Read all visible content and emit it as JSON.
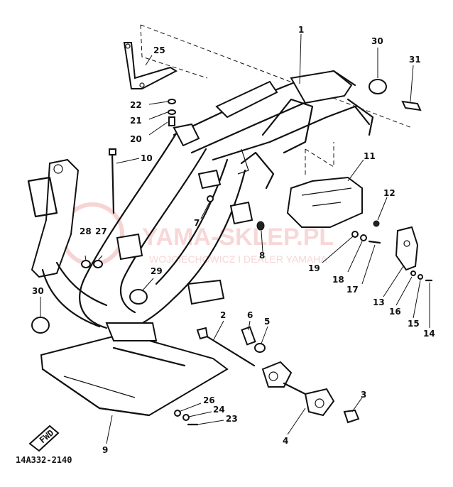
{
  "diagram": {
    "drawing_code": "14A332-2140",
    "direction_mark": "FWD",
    "watermark": {
      "main": "YAMA-SKLEP.PL",
      "sub": "WOJCIECHOWICZ I DEALER YAMAHA"
    },
    "callouts": [
      {
        "id": "1",
        "label": "1"
      },
      {
        "id": "2",
        "label": "2"
      },
      {
        "id": "3",
        "label": "3"
      },
      {
        "id": "4",
        "label": "4"
      },
      {
        "id": "5",
        "label": "5"
      },
      {
        "id": "6",
        "label": "6"
      },
      {
        "id": "7",
        "label": "7"
      },
      {
        "id": "8",
        "label": "8"
      },
      {
        "id": "9",
        "label": "9"
      },
      {
        "id": "10",
        "label": "10"
      },
      {
        "id": "11",
        "label": "11"
      },
      {
        "id": "12",
        "label": "12"
      },
      {
        "id": "13",
        "label": "13"
      },
      {
        "id": "14",
        "label": "14"
      },
      {
        "id": "15",
        "label": "15"
      },
      {
        "id": "16",
        "label": "16"
      },
      {
        "id": "17",
        "label": "17"
      },
      {
        "id": "18",
        "label": "18"
      },
      {
        "id": "19",
        "label": "19"
      },
      {
        "id": "20",
        "label": "20"
      },
      {
        "id": "21",
        "label": "21"
      },
      {
        "id": "22",
        "label": "22"
      },
      {
        "id": "23",
        "label": "23"
      },
      {
        "id": "24",
        "label": "24"
      },
      {
        "id": "25",
        "label": "25"
      },
      {
        "id": "26",
        "label": "26"
      },
      {
        "id": "27",
        "label": "27"
      },
      {
        "id": "28",
        "label": "28"
      },
      {
        "id": "29",
        "label": "29"
      },
      {
        "id": "30a",
        "label": "30"
      },
      {
        "id": "30b",
        "label": "30"
      },
      {
        "id": "31",
        "label": "31"
      }
    ]
  }
}
